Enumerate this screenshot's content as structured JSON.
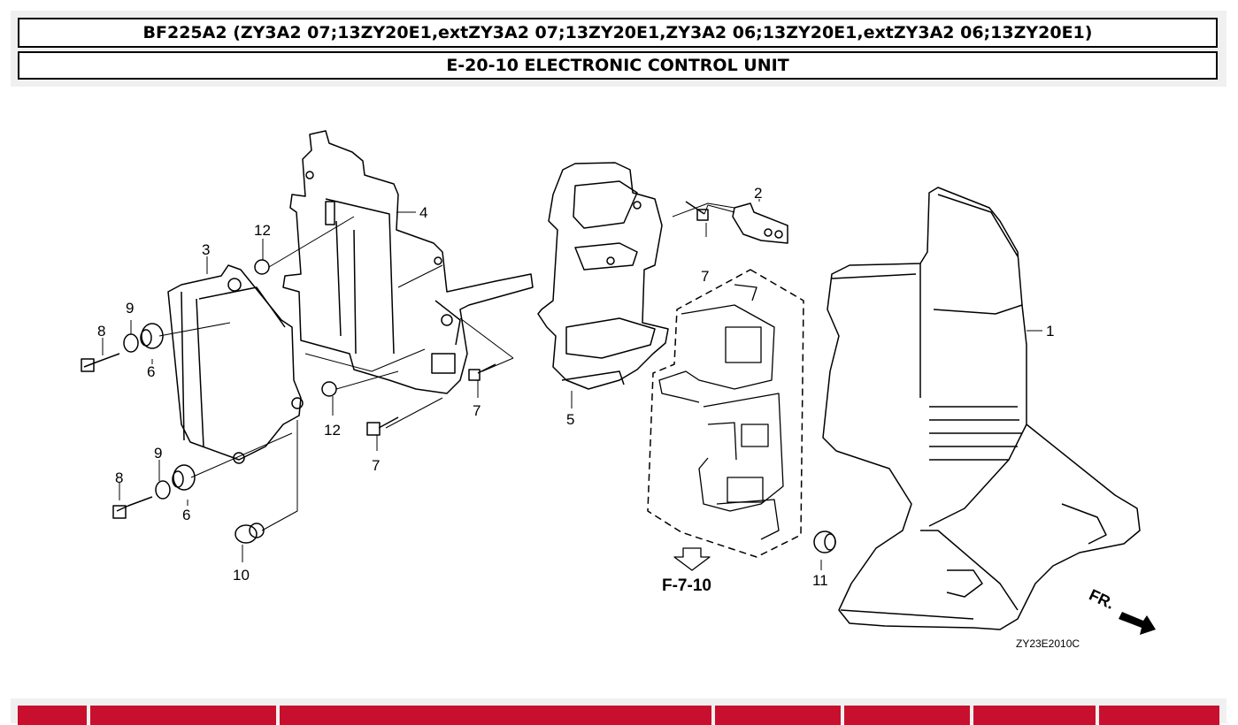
{
  "header": {
    "model_line": "BF225A2 (ZY3A2 07;13ZY20E1,extZY3A2 07;13ZY20E1,ZY3A2 06;13ZY20E1,extZY3A2 06;13ZY20E1)",
    "section_title": "E-20-10 ELECTRONIC CONTROL UNIT"
  },
  "diagram": {
    "callouts": {
      "c1": "1",
      "c2": "2",
      "c3": "3",
      "c4": "4",
      "c5": "5",
      "c6a": "6",
      "c6b": "6",
      "c7a": "7",
      "c7b": "7",
      "c7c": "7",
      "c8a": "8",
      "c8b": "8",
      "c9a": "9",
      "c9b": "9",
      "c10": "10",
      "c11": "11",
      "c12a": "12",
      "c12b": "12"
    },
    "reference": "F-7-10",
    "direction_label": "FR.",
    "drawing_code": "ZY23E2010C"
  },
  "colors": {
    "header_bg": "#f0f0f0",
    "table_header": "#c8102e",
    "line": "#000000"
  }
}
